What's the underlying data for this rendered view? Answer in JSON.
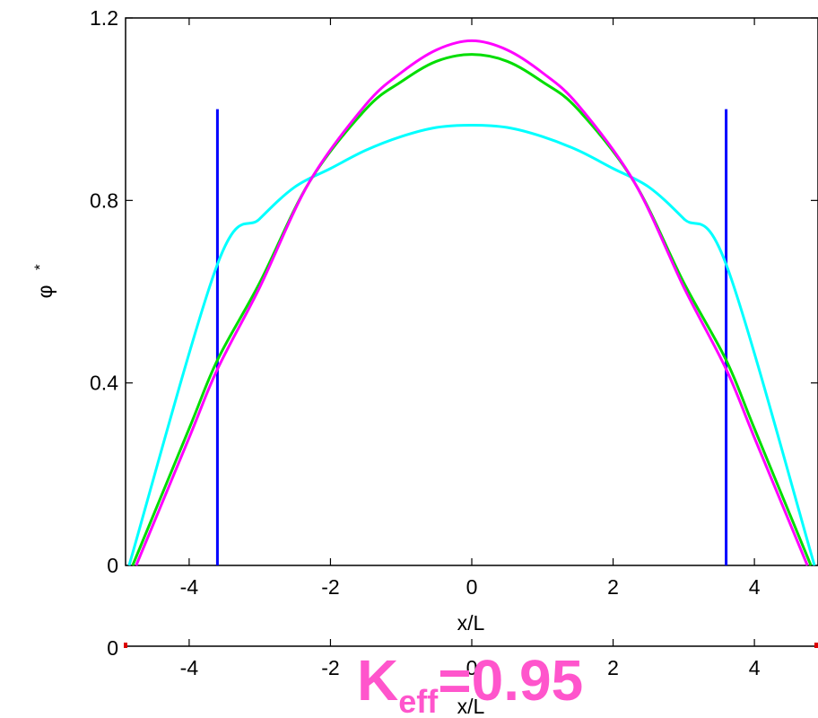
{
  "chart_data": {
    "type": "line",
    "xlabel": "x/L",
    "ylabel": "φ",
    "ylabel_superscript": "*",
    "xlim": [
      -4.9,
      4.9
    ],
    "ylim": [
      0,
      1.2
    ],
    "x_ticks": [
      -4,
      -2,
      0,
      2,
      4
    ],
    "x_tick_labels": [
      "-4",
      "-2",
      "0",
      "2",
      "4"
    ],
    "y_ticks": [
      0,
      0.4,
      0.8,
      1.2
    ],
    "y_tick_labels": [
      "0",
      "0.4",
      "0.8",
      "1.2"
    ],
    "series": [
      {
        "color": "#00ffff",
        "x": [
          -4.85,
          -3.6,
          -3.0,
          -2.5,
          -2.0,
          -1.5,
          -1.0,
          -0.5,
          0,
          0.5,
          1.0,
          1.5,
          2.0,
          2.5,
          3.0,
          3.6,
          4.85
        ],
        "y": [
          0,
          0.66,
          0.76,
          0.83,
          0.87,
          0.91,
          0.94,
          0.96,
          0.965,
          0.96,
          0.94,
          0.91,
          0.87,
          0.83,
          0.76,
          0.66,
          0
        ]
      },
      {
        "color": "#00dd00",
        "x": [
          -4.8,
          -4.0,
          -3.6,
          -3.0,
          -2.3,
          -1.5,
          -1.0,
          -0.5,
          0,
          0.5,
          1.0,
          1.5,
          2.3,
          3.0,
          3.6,
          4.0,
          4.8
        ],
        "y": [
          0,
          0.3,
          0.45,
          0.62,
          0.84,
          1.0,
          1.06,
          1.105,
          1.12,
          1.105,
          1.06,
          1.0,
          0.84,
          0.62,
          0.45,
          0.3,
          0
        ]
      },
      {
        "color": "#ff00ff",
        "x": [
          -4.75,
          -4.0,
          -3.6,
          -3.0,
          -2.3,
          -1.5,
          -1.0,
          -0.5,
          0,
          0.5,
          1.0,
          1.5,
          2.3,
          3.0,
          3.6,
          4.0,
          4.75
        ],
        "y": [
          0,
          0.28,
          0.43,
          0.61,
          0.84,
          1.01,
          1.08,
          1.13,
          1.15,
          1.13,
          1.08,
          1.01,
          0.84,
          0.61,
          0.43,
          0.28,
          0
        ]
      }
    ],
    "vertical_lines": [
      {
        "x": -3.6,
        "y0": 0,
        "y1": 1.0,
        "color": "#0000ff"
      },
      {
        "x": 3.6,
        "y0": 0,
        "y1": 1.0,
        "color": "#0000ff"
      }
    ],
    "background_artifact": {
      "tick_labels": [
        "-4",
        "-2",
        "0",
        "2",
        "4"
      ],
      "ytick_label": "0",
      "xlabel": "x/L"
    },
    "annotation": {
      "main": "K",
      "subscript": "eff",
      "value": "=0.95",
      "color": "#ff55cc"
    }
  }
}
